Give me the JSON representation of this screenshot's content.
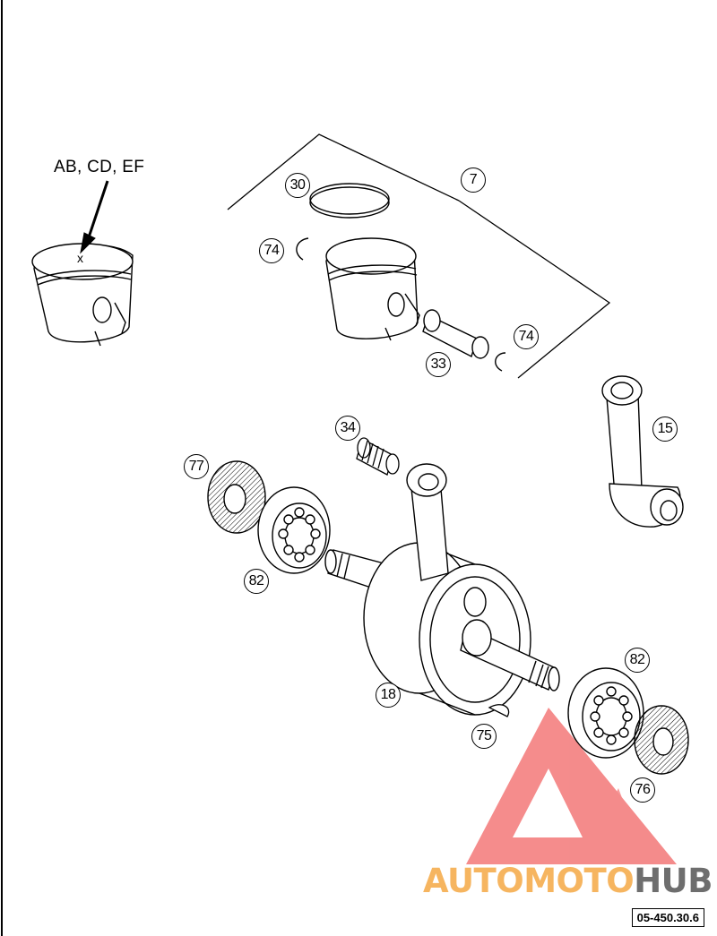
{
  "diagram": {
    "size_code_label": "AB, CD, EF",
    "size_mark": "x",
    "reference_code": "05-450.30.6",
    "callouts": {
      "c30": "30",
      "c7": "7",
      "c74a": "74",
      "c74b": "74",
      "c33": "33",
      "c34": "34",
      "c15": "15",
      "c77": "77",
      "c82a": "82",
      "c82b": "82",
      "c18": "18",
      "c75": "75",
      "c76": "76"
    }
  },
  "watermark": {
    "text_part1": "AUTO",
    "text_part2": "MOTO",
    "text_part3": "HUB",
    "colors": {
      "triangle": "#f26b6b",
      "part1": "#f6b560",
      "part2": "#f6b560",
      "part3": "#6e6e6e"
    }
  }
}
